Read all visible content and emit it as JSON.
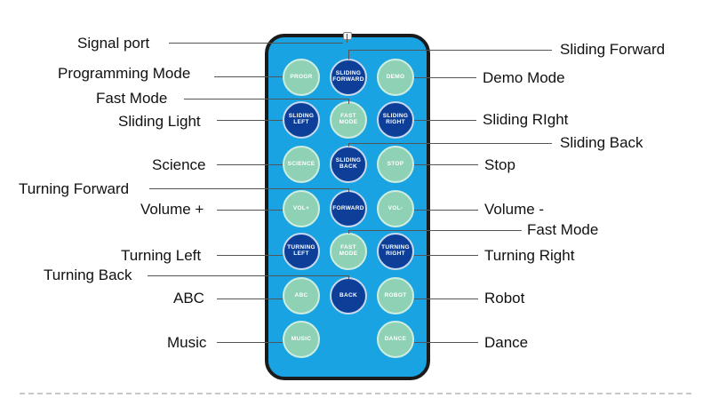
{
  "buttons": {
    "progr": "PROGR",
    "sliding_forward": "SLIDING\nFORWARD",
    "demo": "DEMO",
    "sliding_left": "SLIDING\nLEFT",
    "fast_mode_1": "FAST\nMODE",
    "sliding_right": "SLIDING\nRIGHT",
    "science": "SCIENCE",
    "sliding_back": "SLIDING\nBACK",
    "stop": "STOP",
    "vol_plus": "VOL+",
    "forward": "FORWARD",
    "vol_minus": "VOL-",
    "turning_left": "TURNING\nLEFT",
    "fast_mode_2": "FAST\nMODE",
    "turning_right": "TURNING\nRIGHT",
    "abc": "ABC",
    "back": "BACK",
    "robot": "ROBOT",
    "music": "MUSIC",
    "dance": "DANCE"
  },
  "labels": {
    "signal_port": "Signal port",
    "sliding_forward": "Sliding Forward",
    "programming_mode": "Programming Mode",
    "demo_mode": "Demo Mode",
    "fast_mode_1": "Fast Mode",
    "sliding_light": "Sliding Light",
    "sliding_right": "Sliding RIght",
    "sliding_back": "Sliding Back",
    "science": "Science",
    "stop": "Stop",
    "turning_forward": "Turning Forward",
    "volume_plus": "Volume +",
    "volume_minus": "Volume -",
    "fast_mode_2": "Fast Mode",
    "turning_left": "Turning Left",
    "turning_right": "Turning Right",
    "turning_back": "Turning Back",
    "abc": "ABC",
    "robot": "Robot",
    "music": "Music",
    "dance": "Dance"
  }
}
